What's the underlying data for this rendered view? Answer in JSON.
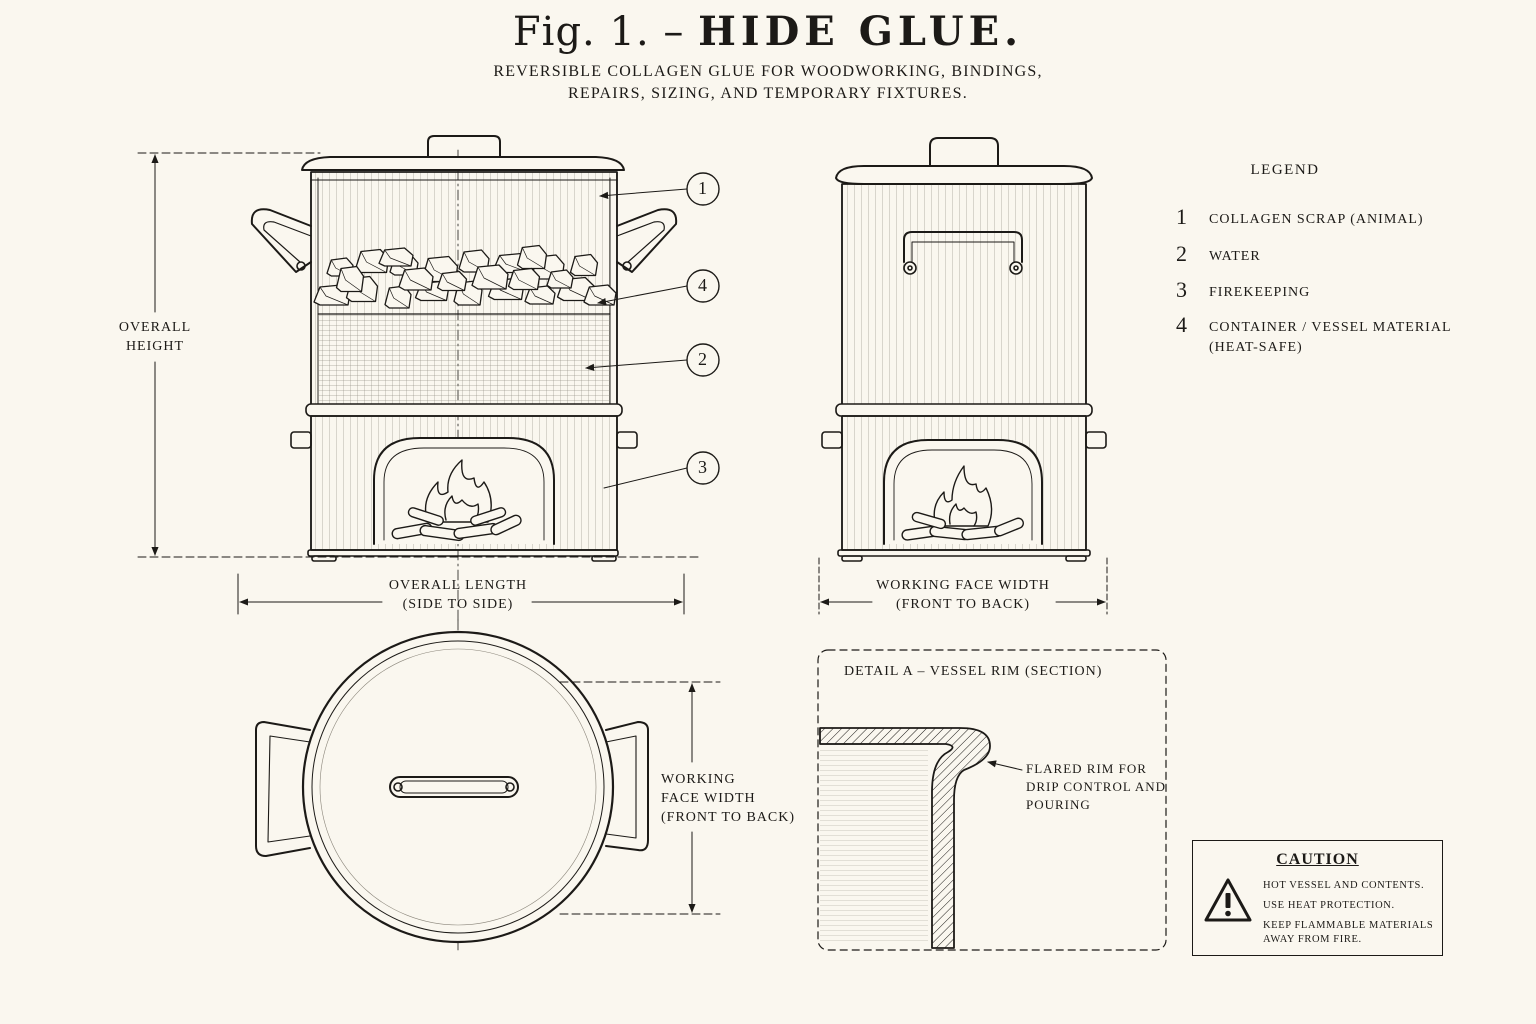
{
  "title": {
    "prefix": "Fig. 1. –",
    "main": "HIDE GLUE."
  },
  "subtitle": {
    "line1": "REVERSIBLE COLLAGEN GLUE FOR WOODWORKING, BINDINGS,",
    "line2": "REPAIRS, SIZING, AND TEMPORARY FIXTURES."
  },
  "callouts": [
    "1",
    "4",
    "2",
    "3"
  ],
  "dimensions": {
    "overall_height": {
      "line1": "OVERALL",
      "line2": "HEIGHT"
    },
    "overall_length": {
      "line1": "OVERALL LENGTH",
      "line2": "(SIDE TO SIDE)"
    },
    "working_face_side": {
      "line1": "WORKING FACE WIDTH",
      "line2": "(FRONT TO BACK)"
    },
    "working_face_top": {
      "line1": "WORKING",
      "line2": "FACE WIDTH",
      "line3": "(FRONT TO BACK)"
    }
  },
  "legend": {
    "title": "LEGEND",
    "items": [
      {
        "num": "1",
        "text": "COLLAGEN SCRAP (ANIMAL)"
      },
      {
        "num": "2",
        "text": "WATER"
      },
      {
        "num": "3",
        "text": "FIREKEEPING"
      },
      {
        "num": "4",
        "text": "CONTAINER / VESSEL MATERIAL",
        "text2": "(HEAT-SAFE)"
      }
    ]
  },
  "detail": {
    "title": "DETAIL A – VESSEL RIM (SECTION)",
    "note_line1": "FLARED RIM FOR",
    "note_line2": "DRIP CONTROL AND",
    "note_line3": "POURING"
  },
  "caution": {
    "title": "CAUTION",
    "line1": "HOT VESSEL AND CONTENTS.",
    "line2": "USE HEAT PROTECTION.",
    "line3": "KEEP FLAMMABLE MATERIALS",
    "line4": "AWAY FROM FIRE."
  }
}
